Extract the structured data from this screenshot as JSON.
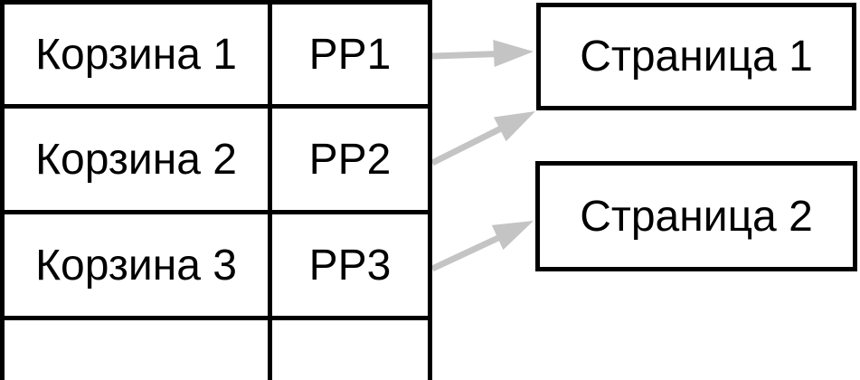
{
  "table": {
    "rows": [
      {
        "bucket": "Корзина 1",
        "pp": "PP1"
      },
      {
        "bucket": "Корзина 2",
        "pp": "PP2"
      },
      {
        "bucket": "Корзина 3",
        "pp": "PP3"
      },
      {
        "bucket": "",
        "pp": ""
      }
    ]
  },
  "pages": [
    {
      "label": "Страница 1"
    },
    {
      "label": "Страница 2"
    }
  ],
  "connections": [
    {
      "from": "PP1",
      "to": "Страница 1"
    },
    {
      "from": "PP2",
      "to": "Страница 1"
    },
    {
      "from": "PP3",
      "to": "Страница 2"
    }
  ],
  "colors": {
    "border": "#000000",
    "text": "#000000",
    "arrow": "#c4c4c4",
    "background": "#ffffff"
  }
}
